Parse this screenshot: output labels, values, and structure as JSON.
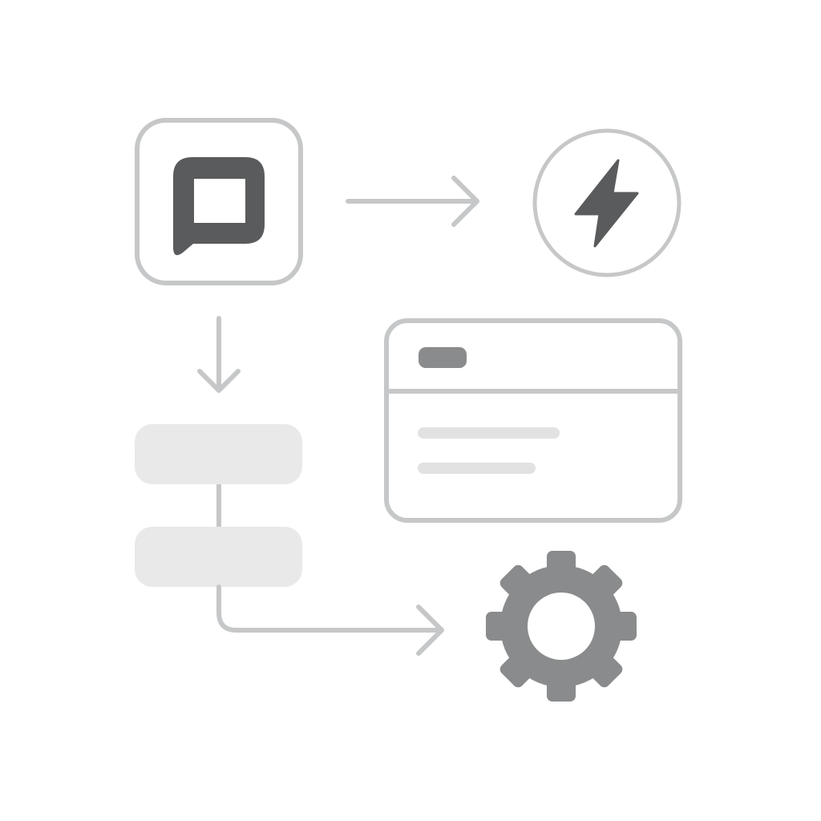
{
  "diagram": {
    "background": "#ffffff",
    "colors": {
      "outline": "#c6c7c8",
      "icon_dark": "#595b5c",
      "icon_mid": "#8a8b8c",
      "placeholder_block": "#e9e9e9",
      "text_line": "#e2e2e2"
    },
    "nodes": [
      {
        "id": "chat",
        "kind": "rounded-square-tile",
        "icon": "chat-bubble-icon"
      },
      {
        "id": "trigger",
        "kind": "circle",
        "icon": "lightning-bolt-icon"
      },
      {
        "id": "window",
        "kind": "browser-window",
        "icon": "window-card-icon"
      },
      {
        "id": "step-1",
        "kind": "placeholder-block"
      },
      {
        "id": "step-2",
        "kind": "placeholder-block"
      },
      {
        "id": "settings",
        "kind": "standalone-icon",
        "icon": "gear-icon"
      }
    ],
    "connections": [
      {
        "from": "chat",
        "to": "trigger",
        "style": "arrow"
      },
      {
        "from": "chat",
        "to": "step-1",
        "style": "arrow"
      },
      {
        "from": "step-1",
        "to": "step-2",
        "style": "line"
      },
      {
        "from": "step-2",
        "to": "settings",
        "style": "elbow-arrow"
      }
    ]
  }
}
